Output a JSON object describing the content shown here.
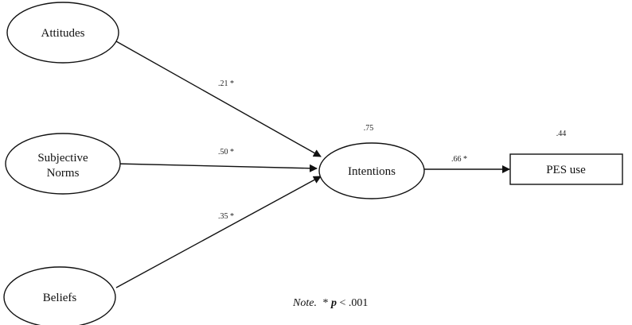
{
  "nodes": {
    "attitudes": {
      "label": "Attitudes"
    },
    "subjective_norms": {
      "line1": "Subjective",
      "line2": "Norms"
    },
    "beliefs": {
      "label": "Beliefs"
    },
    "intentions": {
      "label": "Intentions",
      "r_squared": ".75"
    },
    "pes_use": {
      "label": "PES use",
      "r_squared": ".44"
    }
  },
  "paths": {
    "attitudes_to_intentions": ".21 *",
    "norms_to_intentions": ".50 *",
    "beliefs_to_intentions": ".35 *",
    "intentions_to_pes": ".66 *"
  },
  "note": {
    "prefix": "Note.",
    "star": "*",
    "p": "p",
    "suffix": " < .001"
  },
  "colors": {
    "stroke": "#111111",
    "text": "#111111"
  }
}
